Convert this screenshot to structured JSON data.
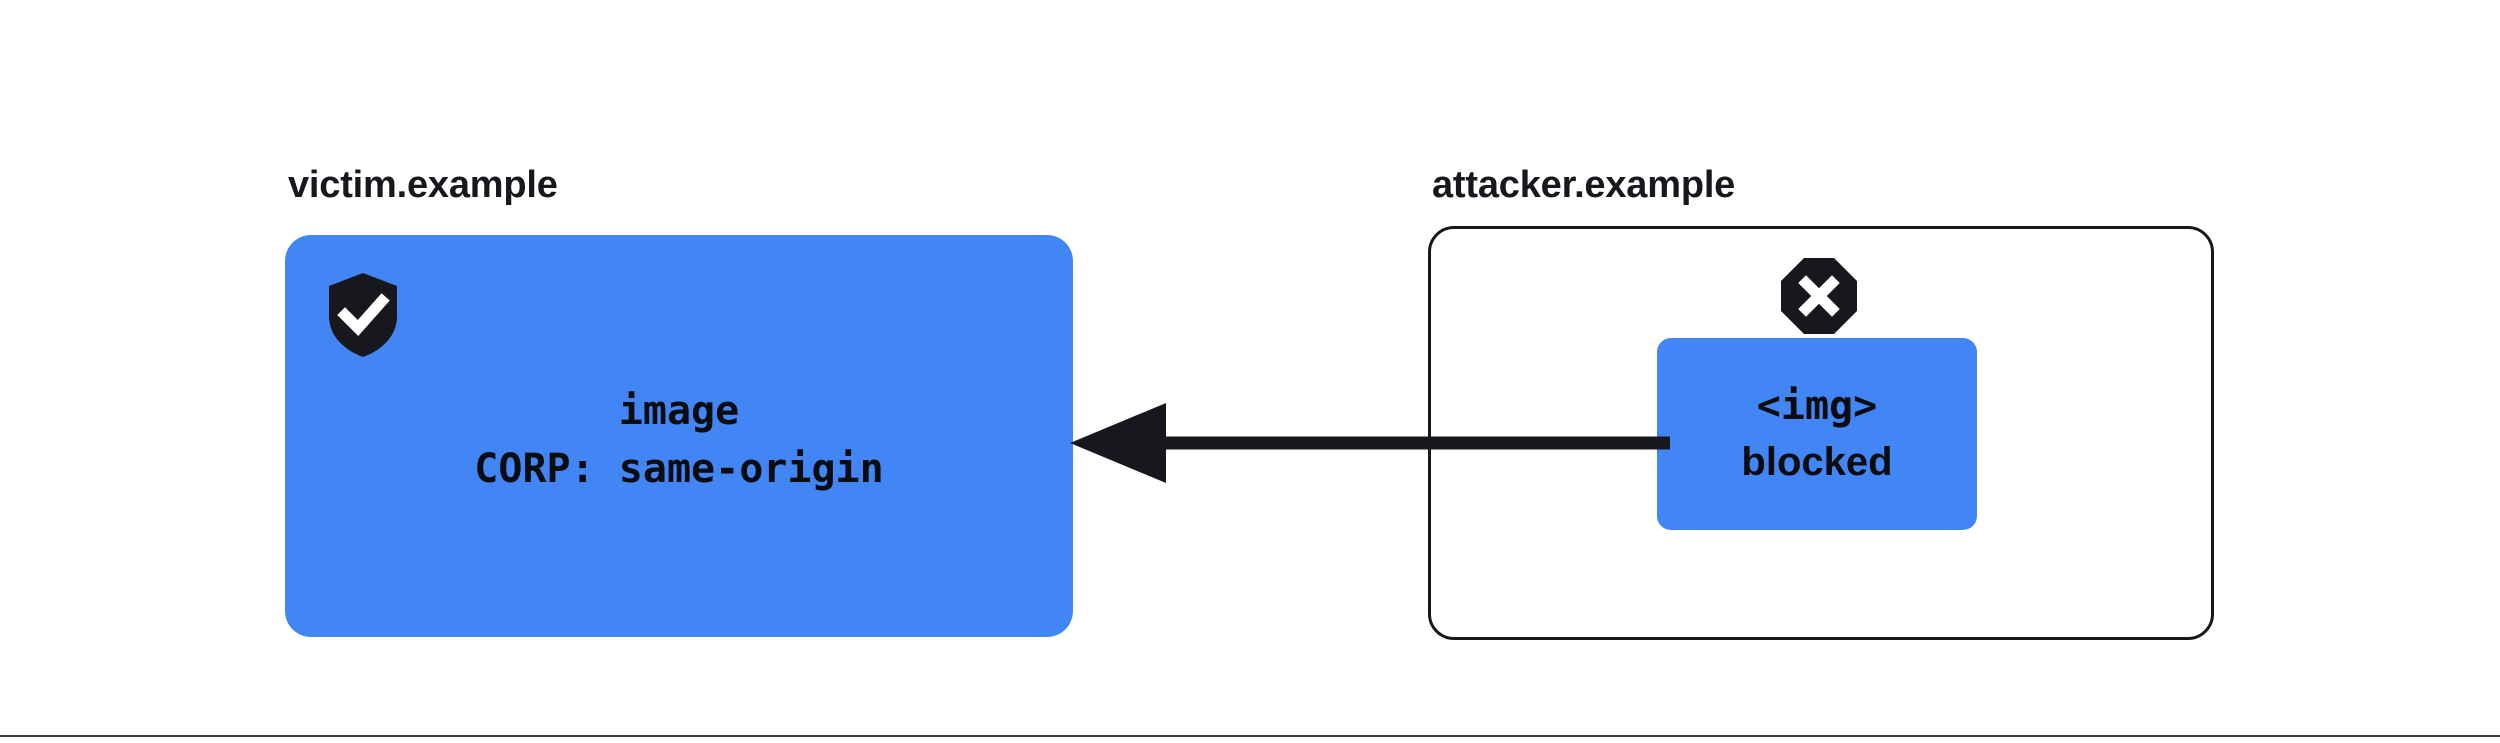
{
  "diagram": {
    "title_victim": "victim.example",
    "title_attacker": "attacker.example",
    "background_color": "#ffffff",
    "accent_blue": "#4285F4",
    "ink": "#16181d"
  },
  "victim": {
    "origin_label": "victim.example",
    "shield_icon": "shield-check-icon",
    "resource_name": "image",
    "resource_header": "CORP: same-origin"
  },
  "attacker": {
    "origin_label": "attacker.example",
    "blocked_icon": "octagon-x-icon",
    "element_tag": "<img>",
    "element_state": "blocked"
  },
  "arrow": {
    "name": "blocked-request-arrow",
    "direction": "right-to-left",
    "color": "#16181d"
  }
}
